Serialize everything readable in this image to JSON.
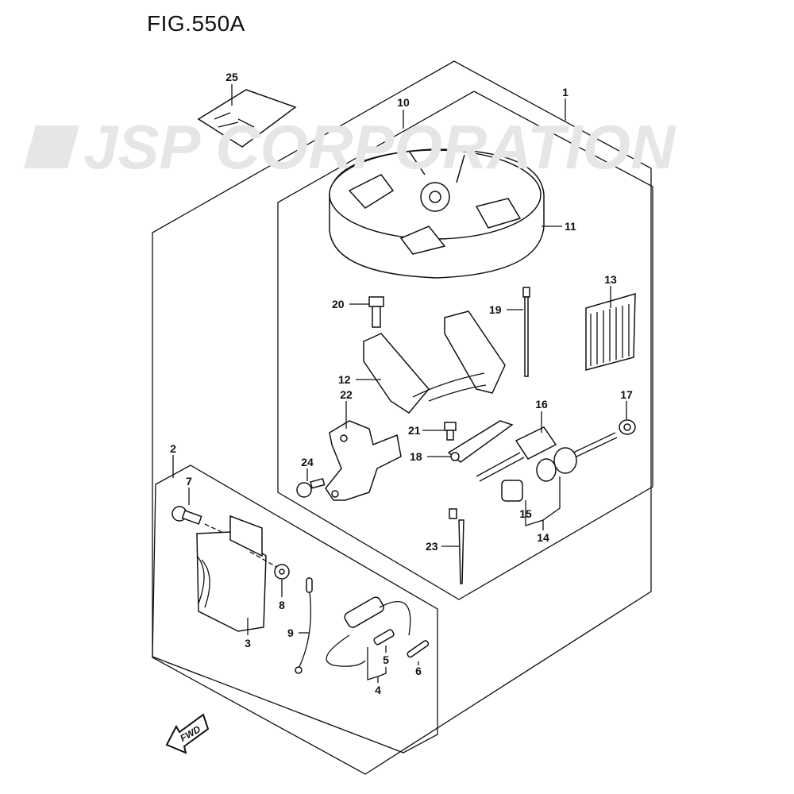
{
  "figure": {
    "title": "FIG.550A"
  },
  "watermark": {
    "text": "JSP CORPORATION"
  },
  "fwd_label": "FWD",
  "callouts": {
    "c1": "1",
    "c2": "2",
    "c3": "3",
    "c4": "4",
    "c5": "5",
    "c6": "6",
    "c7": "7",
    "c8": "8",
    "c9": "9",
    "c10": "10",
    "c11": "11",
    "c12": "12",
    "c13": "13",
    "c14": "14",
    "c15": "15",
    "c16": "16",
    "c17": "17",
    "c18": "18",
    "c19": "19",
    "c20": "20",
    "c21": "21",
    "c22": "22",
    "c23": "23",
    "c24": "24",
    "c25": "25"
  }
}
